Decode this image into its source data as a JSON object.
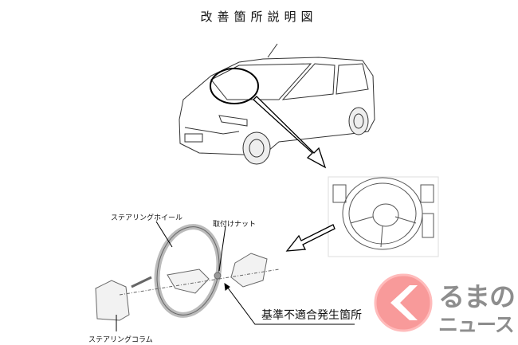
{
  "document": {
    "title": "改善箇所説明図",
    "labels": {
      "steering_wheel": "ステアリングホイール",
      "mounting_nut": "取付けナット",
      "steering_column": "ステアリングコラム",
      "defect_location": "基準不適合発生箇所"
    }
  },
  "watermark": {
    "logo_text_top": "るまの",
    "logo_text_bottom": "ニュース",
    "logo_color": "#f58c8c",
    "text_color": "#8d8d8d"
  }
}
